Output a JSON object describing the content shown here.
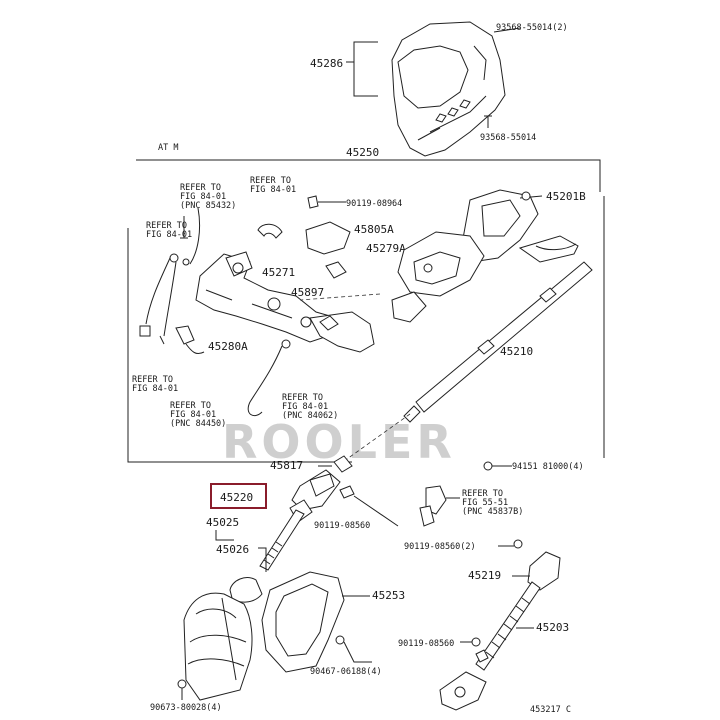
{
  "parts": {
    "p45286": "45286",
    "p93568_2": "93568-55014(2)",
    "p93568": "93568-55014",
    "p45250": "45250",
    "atm": "AT M",
    "p90119_08964": "90119-08964",
    "p45201b": "45201B",
    "p45805a": "45805A",
    "p45279a": "45279A",
    "p45271": "45271",
    "p45897": "45897",
    "p45280a": "45280A",
    "p45210": "45210",
    "p45817": "45817",
    "p94151": "94151 81000(4)",
    "p45220": "45220",
    "p90119_08560": "90119-08560",
    "p45025": "45025",
    "p45026": "45026",
    "p90119_08560_2": "90119-08560(2)",
    "p45219": "45219",
    "p45253": "45253",
    "p45203": "45203",
    "p90119_08560b": "90119-08560",
    "p90467": "90467-06188(4)",
    "p90673": "90673-80028(4)",
    "fig": "453217 C"
  },
  "refs": {
    "r1_l1": "REFER TO",
    "r1_l2": "FIG 84-01",
    "r2_l1": "REFER TO",
    "r2_l2": "FIG 84-01",
    "r2_l3": "(PNC 85432)",
    "r3_l1": "REFER TO",
    "r3_l2": "FIG 84-01",
    "r4_l1": "REFER TO",
    "r4_l2": "FIG 84-01",
    "r5_l1": "REFER TO",
    "r5_l2": "FIG 84-01",
    "r5_l3": "(PNC 84450)",
    "r6_l1": "REFER TO",
    "r6_l2": "FIG 84-01",
    "r6_l3": "(PNC 84062)",
    "r7_l1": "REFER TO",
    "r7_l2": "FIG 55-51",
    "r7_l3": "(PNC 45837B)"
  },
  "watermark": "ROOLER"
}
